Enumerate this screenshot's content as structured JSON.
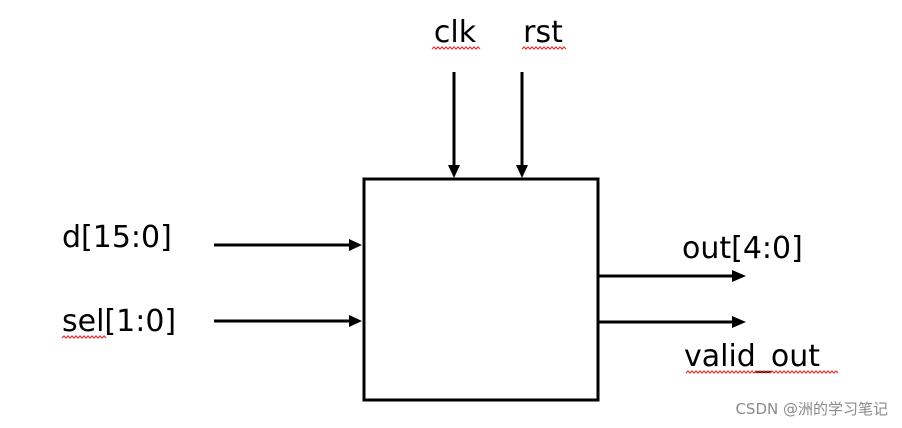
{
  "diagram": {
    "inputs_top": [
      {
        "label": "clk"
      },
      {
        "label": "rst"
      }
    ],
    "inputs_left": [
      {
        "label": "d[15:0]"
      },
      {
        "label": "sel[1:0]"
      }
    ],
    "outputs_right": [
      {
        "label": "out[4:0]"
      },
      {
        "label": "valid_out"
      }
    ]
  },
  "watermark": "CSDN @洲的学习笔记",
  "colors": {
    "line": "#000000",
    "text": "#000000",
    "spellcheck_underline": "#e03030",
    "watermark": "#8a8a8a",
    "background": "#ffffff"
  }
}
